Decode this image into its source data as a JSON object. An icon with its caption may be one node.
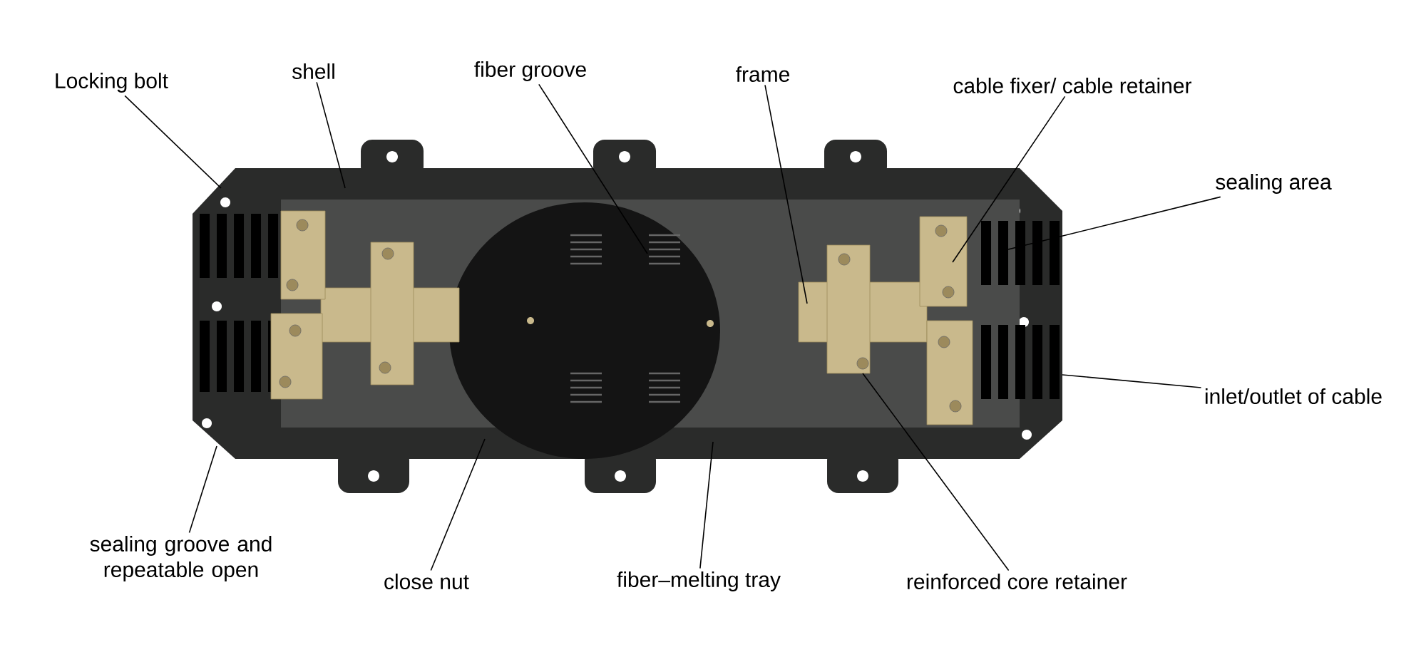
{
  "diagram": {
    "nodes": [
      {
        "text": [
          "Locking bolt"
        ]
      },
      {
        "text": [
          "shell"
        ]
      },
      {
        "text": [
          "fiber groove"
        ]
      },
      {
        "text": [
          "frame"
        ]
      },
      {
        "text": [
          "cable fixer/ cable retainer"
        ]
      },
      {
        "text": [
          "sealing area"
        ]
      },
      {
        "text": [
          "inlet/outlet of cable"
        ]
      },
      {
        "text": [
          "sealing groove and repeatable open"
        ]
      },
      {
        "text": [
          "close nut"
        ]
      },
      {
        "text": [
          "fiber–melting tray"
        ]
      },
      {
        "text": [
          "reinforced core retainer"
        ]
      }
    ],
    "edges": [
      {
        "from": 0,
        "to": null,
        "arrow": "none"
      },
      {
        "from": 1,
        "to": null,
        "arrow": "none"
      },
      {
        "from": 2,
        "to": null,
        "arrow": "none"
      },
      {
        "from": 3,
        "to": null,
        "arrow": "none"
      },
      {
        "from": 4,
        "to": null,
        "arrow": "none"
      },
      {
        "from": 5,
        "to": null,
        "arrow": "none"
      },
      {
        "from": 6,
        "to": null,
        "arrow": "none"
      },
      {
        "from": 7,
        "to": null,
        "arrow": "none"
      },
      {
        "from": 8,
        "to": null,
        "arrow": "none"
      },
      {
        "from": 9,
        "to": null,
        "arrow": "none"
      },
      {
        "from": 10,
        "to": null,
        "arrow": "none"
      }
    ]
  }
}
